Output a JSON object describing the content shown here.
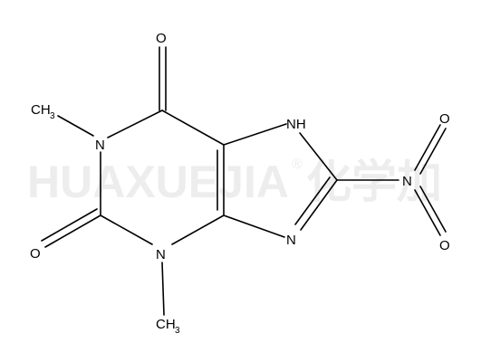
{
  "watermark": {
    "latin": "HUAXUEJIA",
    "registered": "®",
    "cjk": "化学加",
    "color": "#ededed"
  },
  "atoms": {
    "o_top": "O",
    "ch3_top": "CH",
    "ch3_top_sub": "3",
    "n1": "N",
    "nh": "NH",
    "n_nitro": "N",
    "o_nitro_top": "O",
    "o_nitro_bottom": "O",
    "n_imidazole": "N",
    "o_left": "O",
    "n3": "N",
    "ch3_bottom": "CH",
    "ch3_bottom_sub": "3"
  },
  "colors": {
    "bond": "#000000",
    "text": "#000000",
    "background": "#ffffff"
  }
}
